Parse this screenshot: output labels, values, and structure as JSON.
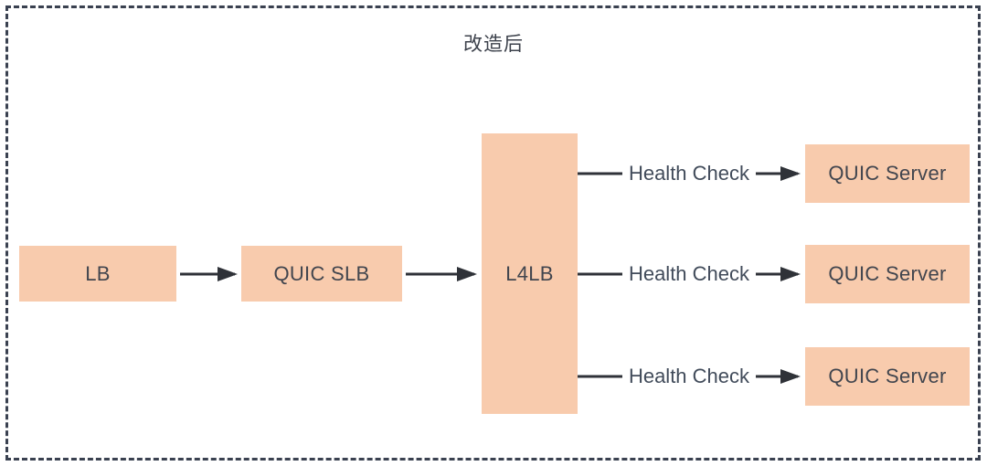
{
  "diagram": {
    "title": "改造后",
    "nodes": [
      {
        "id": "lb",
        "label": "LB"
      },
      {
        "id": "quic_slb",
        "label": "QUIC SLB"
      },
      {
        "id": "l4lb",
        "label": "L4LB"
      },
      {
        "id": "quic_server_1",
        "label": "QUIC Server"
      },
      {
        "id": "quic_server_2",
        "label": "QUIC Server"
      },
      {
        "id": "quic_server_3",
        "label": "QUIC Server"
      }
    ],
    "edges": [
      {
        "from": "lb",
        "to": "quic_slb",
        "label": ""
      },
      {
        "from": "quic_slb",
        "to": "l4lb",
        "label": ""
      },
      {
        "from": "l4lb",
        "to": "quic_server_1",
        "label": "Health Check"
      },
      {
        "from": "l4lb",
        "to": "quic_server_2",
        "label": "Health Check"
      },
      {
        "from": "l4lb",
        "to": "quic_server_3",
        "label": "Health Check"
      }
    ],
    "colors": {
      "node_fill": "#f8cbad",
      "node_text": "#41454e",
      "frame_color": "#3a4150",
      "arrow_color": "#2f3238",
      "edge_label_color": "#414b5a",
      "title_color": "#3c414b",
      "background": "#ffffff"
    }
  }
}
